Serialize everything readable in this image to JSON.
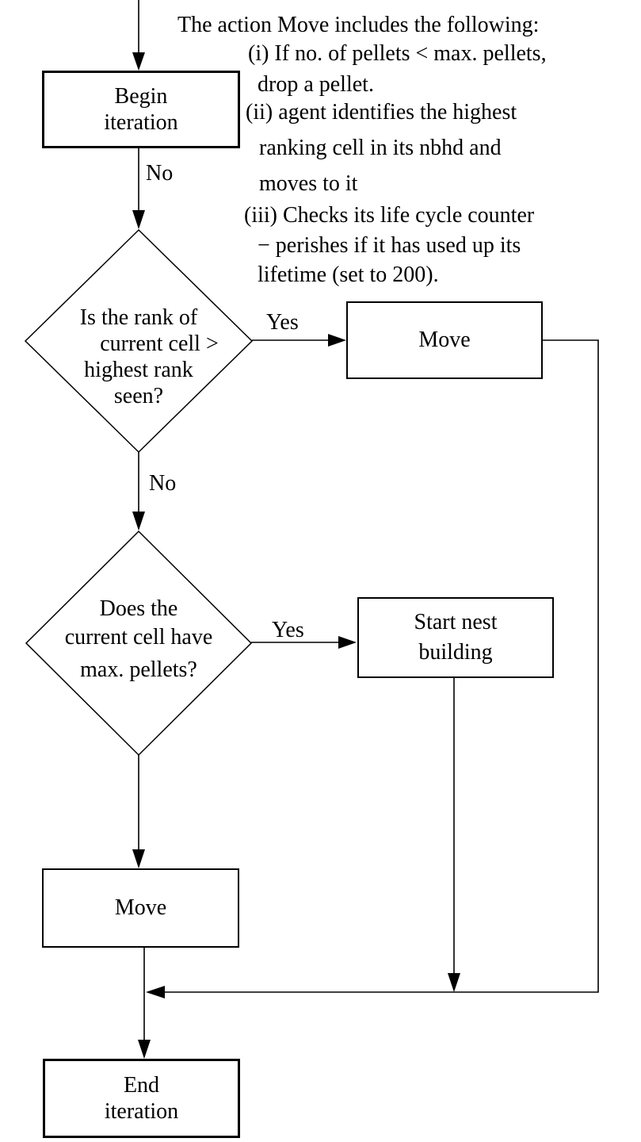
{
  "nodes": {
    "begin": {
      "lines": [
        "Begin",
        "iteration"
      ]
    },
    "decision_rank": {
      "lines": [
        "Is the rank of",
        "current cell >",
        "highest rank",
        "seen?"
      ]
    },
    "move_right": {
      "lines": [
        "Move"
      ]
    },
    "decision_pellets": {
      "lines": [
        "Does the",
        "current cell have",
        "max. pellets?"
      ]
    },
    "start_nest": {
      "lines": [
        "Start nest",
        "building"
      ]
    },
    "move_left": {
      "lines": [
        "Move"
      ]
    },
    "end": {
      "lines": [
        "End",
        "iteration"
      ]
    }
  },
  "edge_labels": {
    "no_top": "No",
    "yes_rank": "Yes",
    "no_mid": "No",
    "yes_pellets": "Yes"
  },
  "annotation": {
    "lines": [
      "The action Move includes the following:",
      "(i) If no. of pellets < max. pellets,",
      "drop a pellet.",
      "(ii) agent identifies the highest",
      "ranking cell in its nbhd and",
      "moves to it",
      "(iii) Checks its life cycle counter",
      "− perishes if it has used up its",
      "lifetime (set to 200)."
    ]
  },
  "colors": {
    "background": "#ffffff",
    "stroke": "#000000",
    "text": "#000000"
  }
}
